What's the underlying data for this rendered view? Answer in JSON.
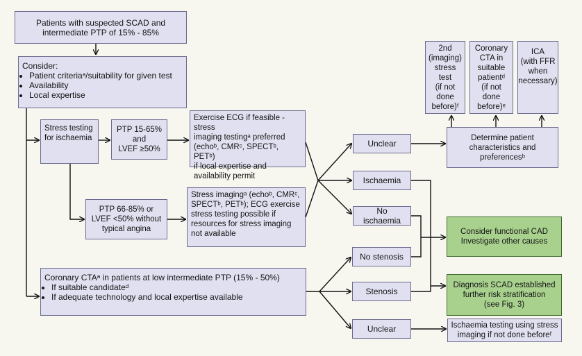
{
  "boxes": {
    "start": [
      "Patients with suspected SCAD and",
      "intermediate PTP of 15% - 85%"
    ],
    "consider": {
      "title": "Consider:",
      "items": [
        "Patient criteriaᵃ/suitability for given test",
        "Availability",
        "Local expertise"
      ]
    },
    "stress_testing": [
      "Stress testing",
      "for ischaemia"
    ],
    "ptp_low": [
      "PTP 15-65%",
      "and",
      "LVEF ≥50%"
    ],
    "exercise_ecg": [
      "Exercise ECG if feasible - stress",
      "imaging testingᵃ preferred",
      "(echoᵇ, CMRᶜ, SPECTᵇ, PETᵇ)",
      "if local expertise and",
      "availability permit"
    ],
    "ptp_high": [
      "PTP 66-85% or",
      "LVEF <50% without",
      "typical angina"
    ],
    "stress_imaging": [
      "Stress imagingᵃ (echoᵇ, CMRᶜ,",
      "SPECTᵇ, PETᵇ); ECG exercise",
      "stress testing possible if",
      "resources for stress imaging",
      "not available"
    ],
    "cta": {
      "title": "Coronary CTAᵃ in patients at low intermediate PTP (15% - 50%)",
      "items": [
        "If suitable candidateᵈ",
        "If adequate technology and local expertise available"
      ]
    },
    "unclear_top": "Unclear",
    "ischaemia": "Ischaemia",
    "no_ischaemia": "No ischaemia",
    "no_stenosis": "No stenosis",
    "stenosis": "Stenosis",
    "unclear_bottom": "Unclear",
    "stress_test_2nd": [
      "2nd",
      "(imaging)",
      "stress test",
      "(if not",
      "done",
      "before)ᶠ"
    ],
    "coronary_cta": [
      "Coronary",
      "CTA in",
      "suitable",
      "patientᵈ",
      "(if not done",
      "before)ᵉ"
    ],
    "ica": [
      "ICA",
      "(with FFR",
      "when",
      "necessary)"
    ],
    "determine": [
      "Determine patient",
      "characteristics and",
      "preferencesᵇ"
    ],
    "functional_cad": [
      "Consider functional CAD",
      "Investigate other causes"
    ],
    "diagnosis": [
      "Diagnosis SCAD established",
      "further risk stratification",
      "(see Fig. 3)"
    ],
    "ischaemia_testing": [
      "Ischaemia testing using stress",
      "imaging if not done beforeᶠ"
    ]
  }
}
